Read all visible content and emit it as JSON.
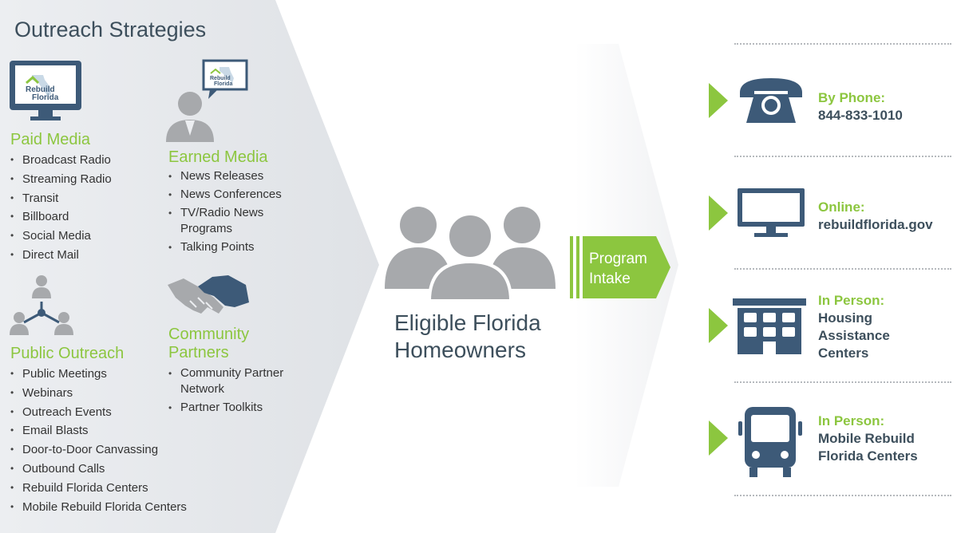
{
  "title": "Outreach Strategies",
  "paid_media": {
    "heading": "Paid Media",
    "logo_text": [
      "Rebuild",
      "Florida"
    ],
    "items": [
      "Broadcast Radio",
      "Streaming Radio",
      "Transit",
      "Billboard",
      "Social Media",
      "Direct Mail"
    ]
  },
  "earned_media": {
    "heading": "Earned Media",
    "logo_text": [
      "Rebuild",
      "Florida"
    ],
    "items": [
      "News Releases",
      "News Conferences",
      "TV/Radio News Programs",
      "Talking Points"
    ]
  },
  "public_outreach": {
    "heading": "Public Outreach",
    "items": [
      "Public Meetings",
      "Webinars",
      "Outreach Events",
      "Email Blasts",
      "Door-to-Door Canvassing",
      "Outbound Calls",
      "Rebuild Florida Centers",
      "Mobile Rebuild Florida Centers"
    ]
  },
  "community_partners": {
    "heading_line1": "Community",
    "heading_line2": "Partners",
    "items": [
      "Community Partner Network",
      "Partner Toolkits"
    ]
  },
  "center": {
    "line1": "Eligible Florida",
    "line2": "Homeowners"
  },
  "intake": {
    "line1": "Program",
    "line2": "Intake"
  },
  "channels": [
    {
      "icon": "phone-icon",
      "heading": "By Phone:",
      "lines": [
        "844-833-1010"
      ]
    },
    {
      "icon": "monitor-icon",
      "heading": "Online:",
      "lines": [
        "rebuildflorida.gov"
      ]
    },
    {
      "icon": "building-icon",
      "heading": "In Person:",
      "lines": [
        "Housing",
        "Assistance",
        "Centers"
      ]
    },
    {
      "icon": "bus-icon",
      "heading": "In Person:",
      "lines": [
        "Mobile Rebuild",
        "Florida Centers"
      ]
    }
  ],
  "colors": {
    "green": "#8cc63f",
    "navy": "#3d5a78",
    "gray": "#a7a9ac",
    "text": "#3d4f5c"
  }
}
